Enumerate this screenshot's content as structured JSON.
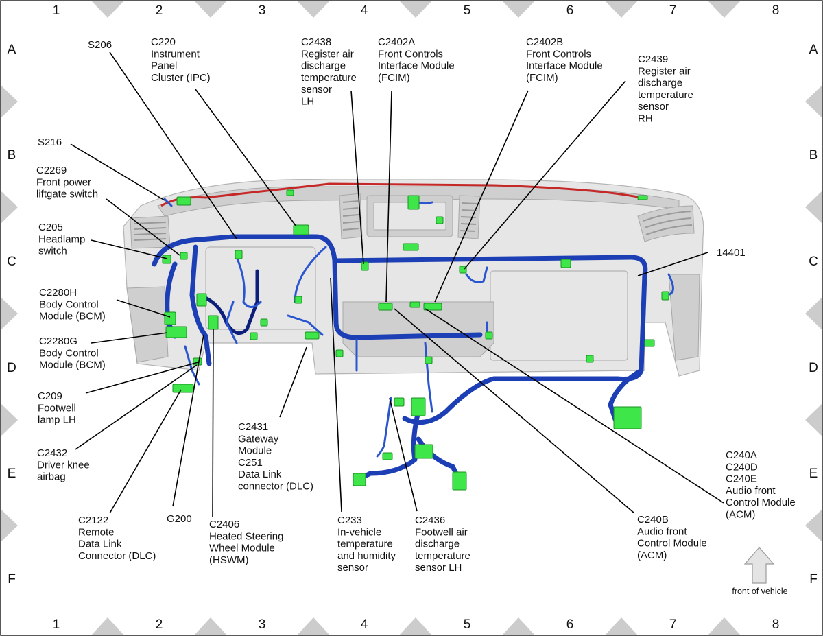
{
  "grid": {
    "columns": [
      "1",
      "2",
      "3",
      "4",
      "5",
      "6",
      "7",
      "8"
    ],
    "rows": [
      "A",
      "B",
      "C",
      "D",
      "E",
      "F"
    ]
  },
  "callouts": [
    {
      "id": "s206",
      "lines": [
        "S206"
      ]
    },
    {
      "id": "c220",
      "lines": [
        "C220",
        "Instrument",
        "Panel",
        "Cluster (IPC)"
      ]
    },
    {
      "id": "c2438",
      "lines": [
        "C2438",
        "Register air",
        "discharge",
        "temperature",
        "sensor",
        "LH"
      ]
    },
    {
      "id": "c2402a",
      "lines": [
        "C2402A",
        "Front Controls",
        "Interface Module",
        "(FCIM)"
      ]
    },
    {
      "id": "c2402b",
      "lines": [
        "C2402B",
        "Front Controls",
        "Interface Module",
        "(FCIM)"
      ]
    },
    {
      "id": "c2439",
      "lines": [
        "C2439",
        "Register air",
        "discharge",
        "temperature",
        "sensor",
        "RH"
      ]
    },
    {
      "id": "s216",
      "lines": [
        "S216"
      ]
    },
    {
      "id": "c2269",
      "lines": [
        "C2269",
        "Front power",
        "liftgate switch"
      ]
    },
    {
      "id": "c205",
      "lines": [
        "C205",
        "Headlamp",
        "switch"
      ]
    },
    {
      "id": "c2280h",
      "lines": [
        "C2280H",
        "Body Control",
        "Module (BCM)"
      ]
    },
    {
      "id": "c2280g",
      "lines": [
        "C2280G",
        "Body Control",
        "Module (BCM)"
      ]
    },
    {
      "id": "c209",
      "lines": [
        "C209",
        "Footwell",
        "lamp LH"
      ]
    },
    {
      "id": "c2432",
      "lines": [
        "C2432",
        "Driver knee",
        "airbag"
      ]
    },
    {
      "id": "c2122",
      "lines": [
        "C2122",
        "Remote",
        "Data Link",
        "Connector (DLC)"
      ]
    },
    {
      "id": "g200",
      "lines": [
        "G200"
      ]
    },
    {
      "id": "c2406",
      "lines": [
        "C2406",
        "Heated Steering",
        "Wheel Module",
        "(HSWM)"
      ]
    },
    {
      "id": "c2431",
      "lines": [
        "C2431",
        "Gateway",
        "Module",
        "C251",
        "Data Link",
        "connector (DLC)"
      ]
    },
    {
      "id": "c233",
      "lines": [
        "C233",
        "In-vehicle",
        "temperature",
        "and humidity",
        "sensor"
      ]
    },
    {
      "id": "c2436",
      "lines": [
        "C2436",
        "Footwell air",
        "discharge",
        "temperature",
        "sensor LH"
      ]
    },
    {
      "id": "c240b",
      "lines": [
        "C240B",
        "Audio front",
        "Control Module",
        "(ACM)"
      ]
    },
    {
      "id": "c240a",
      "lines": [
        "C240A",
        "C240D",
        "C240E",
        "Audio front",
        "Control Module",
        "(ACM)"
      ]
    },
    {
      "id": "n14401",
      "lines": [
        "14401"
      ]
    }
  ],
  "orientation": {
    "label": "front of vehicle",
    "icon": "up-arrow-icon"
  },
  "colors": {
    "harness": "#1d3fb5",
    "connector": "#3fe64a",
    "red_wire": "#c62828",
    "panel": "#e6e6e6",
    "border_triangles": "#cccccc"
  }
}
